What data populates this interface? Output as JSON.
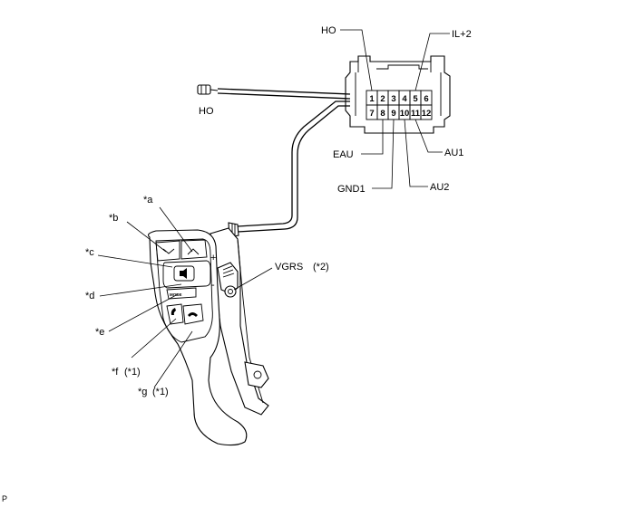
{
  "connector": {
    "pins_top": [
      "1",
      "2",
      "3",
      "4",
      "5",
      "6"
    ],
    "pins_bottom": [
      "7",
      "8",
      "9",
      "10",
      "11",
      "12"
    ]
  },
  "labels": {
    "ho_top": "HO",
    "ilp2": "IL+2",
    "ho_left": "HO",
    "eau": "EAU",
    "au1": "AU1",
    "gnd1": "GND1",
    "au2": "AU2",
    "vgrs": "VGRS",
    "vgrs_note": "(*2)"
  },
  "callouts": {
    "a": "*a",
    "b": "*b",
    "c": "*c",
    "d": "*d",
    "e": "*e",
    "f": "*f",
    "f_note": "(*1)",
    "g": "*g",
    "g_note": "(*1)"
  },
  "switch_marks": {
    "plus": "+",
    "minus": "-",
    "mode": "MODE"
  },
  "figure_id": "P"
}
